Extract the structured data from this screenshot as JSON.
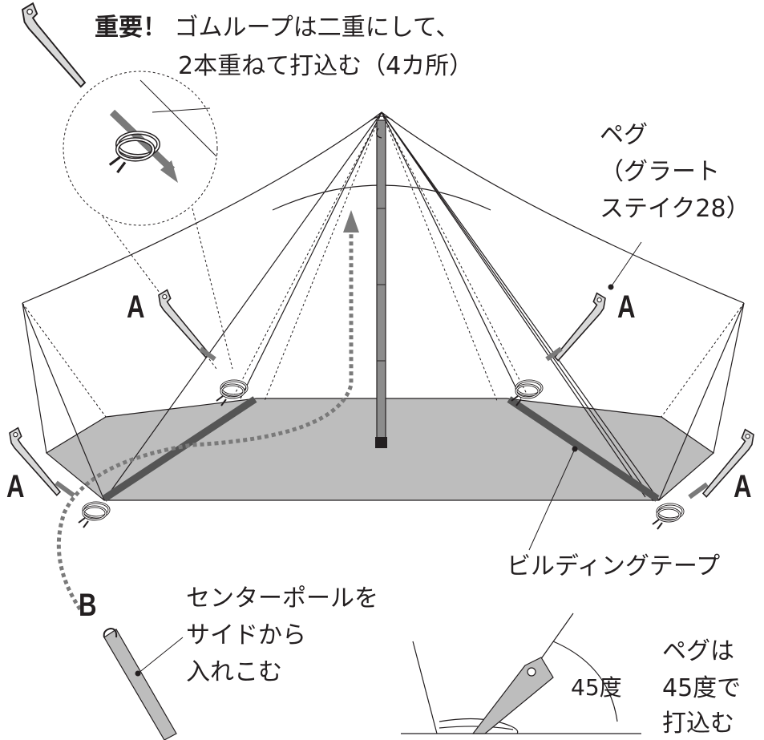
{
  "header": {
    "important": "重要！",
    "line1": "ゴムループは二重にして、",
    "line2": "2本重ねて打込む（4カ所）"
  },
  "labels": {
    "peg_line1": "ペグ",
    "peg_line2": "（グラート",
    "peg_line3": "ステイク28）",
    "building_tape": "ビルディングテープ",
    "pole_line1": "センターポールを",
    "pole_line2": "サイドから",
    "pole_line3": "入れこむ",
    "angle": "45度",
    "peg45_line1": "ペグは",
    "peg45_line2": "45度で",
    "peg45_line3": "打込む",
    "marker_a": "A",
    "marker_b": "B"
  },
  "colors": {
    "line": "#231f20",
    "floor": "#bdbdbd",
    "tape": "#555555",
    "pole": "#8c8c8c",
    "arrow": "#7a7a7a"
  }
}
